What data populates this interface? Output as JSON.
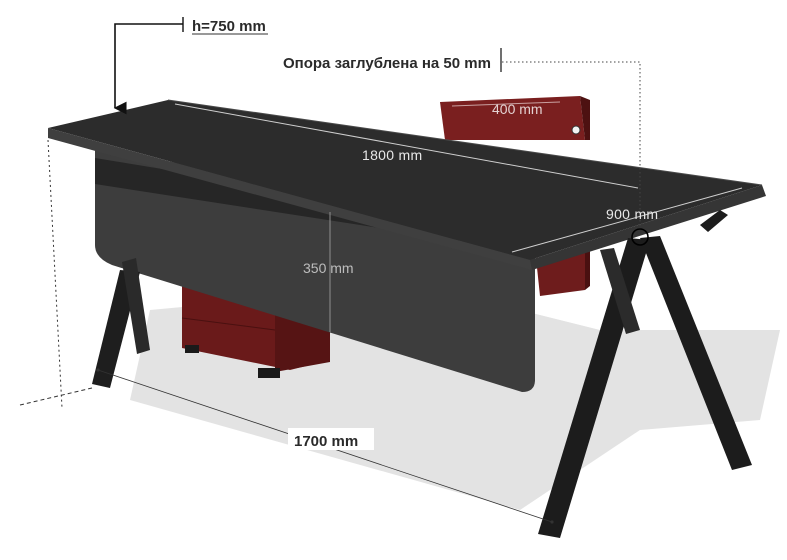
{
  "labels": {
    "height": "h=750 mm",
    "support_note": "Опора заглублена на 50 mm",
    "cabinet_depth": "400 mm",
    "top_length": "1800 mm",
    "top_depth": "900 mm",
    "modesty_panel_height": "350 mm",
    "leg_span": "1700 mm"
  },
  "colors": {
    "desktop": "#2b2b2b",
    "desktop_edge": "#3a3a3a",
    "panel": "#3b3b3b",
    "panel_band": "#262626",
    "legs": "#1c1c1c",
    "cabinet": "#6e1c1c",
    "cabinet_dark": "#4d1111",
    "shadow": "#d4d4d4"
  }
}
